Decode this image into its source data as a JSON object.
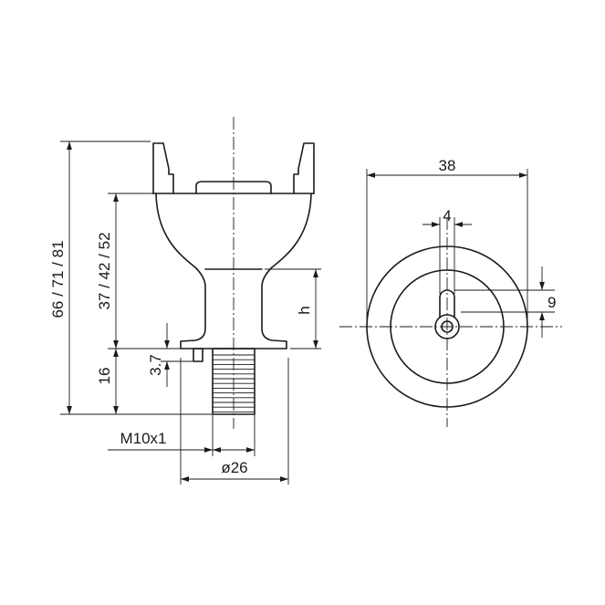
{
  "dimensions": {
    "total_height": "66 / 71 / 81",
    "upper_height": "37 / 42 / 52",
    "thread_length": "16",
    "collar_height": "3.7",
    "neck_height": "h",
    "thread_spec": "M10x1",
    "base_diameter": "ø26",
    "top_width": "38",
    "slot_width": "4",
    "slot_offset": "9"
  }
}
